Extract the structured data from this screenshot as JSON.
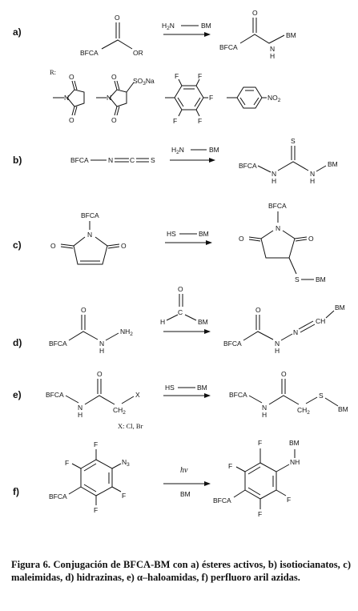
{
  "labels": {
    "a": "a)",
    "b": "b)",
    "c": "c)",
    "d": "d)",
    "e": "e)",
    "f": "f)"
  },
  "atoms": {
    "bfca": "BFCA",
    "bm": "BM",
    "or": "OR",
    "o": "O",
    "n": "N",
    "nh": "NH",
    "nh2_n": "NH",
    "nh2_sub": "2",
    "h2n_h": "H",
    "h2n_sub": "2",
    "h2n_n": "N",
    "h": "H",
    "s": "S",
    "f": "F",
    "hs": "HS",
    "x": "X",
    "n3_n": "N",
    "n3_sub": "3",
    "c": "C",
    "ch": "CH",
    "ch2_c": "CH",
    "ch2_sub": "2",
    "so3na_a": "SO",
    "so3na_sub": "3",
    "so3na_b": "Na",
    "no2_a": "NO",
    "no2_sub": "2"
  },
  "r_label": "R:",
  "x_note": "X: Cl, Br",
  "hv": "hν",
  "caption": "Figura 6. Conjugación de BFCA-BM con a) ésteres activos, b) isotiocianatos, c) maleimidas, d) hidrazinas, e) α–haloamidas, f) perfluoro aril azidas."
}
